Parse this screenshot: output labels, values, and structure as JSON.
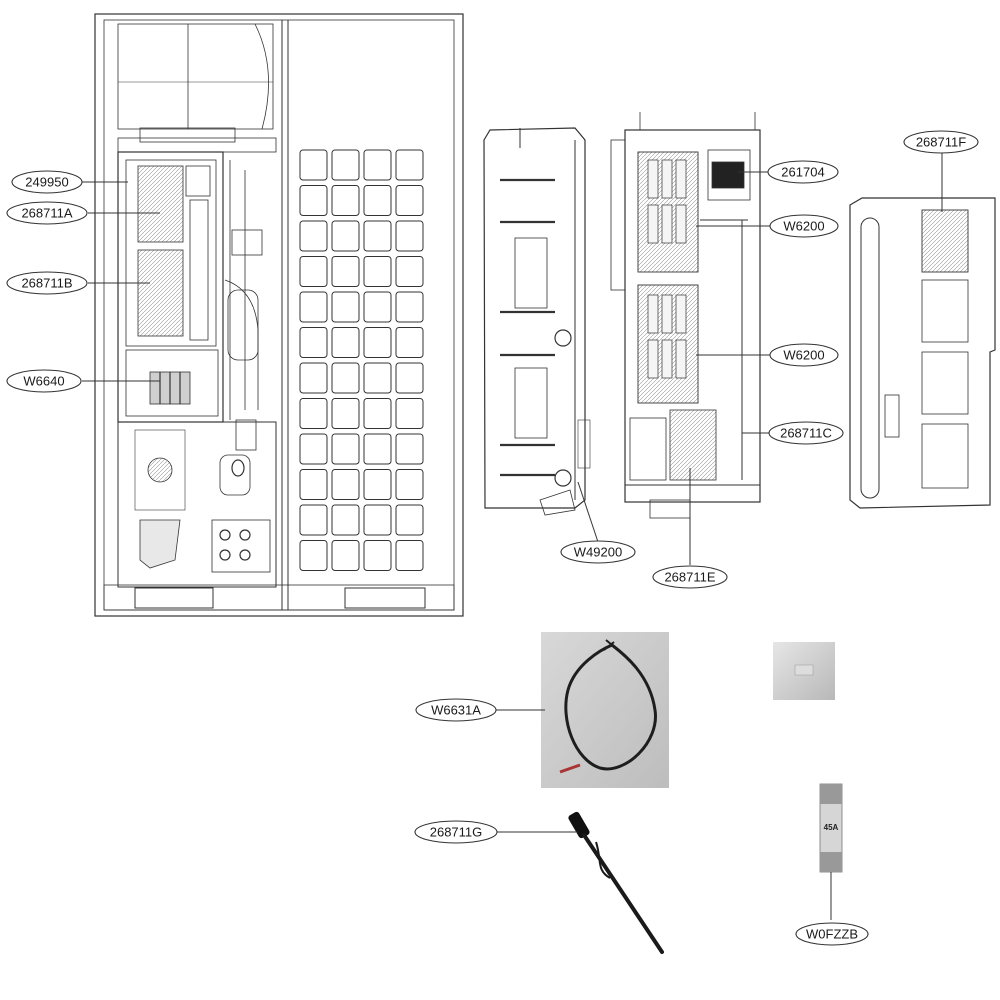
{
  "diagram": {
    "callouts": [
      {
        "id": "c-249950",
        "label": "249950"
      },
      {
        "id": "c-268711A",
        "label": "268711A"
      },
      {
        "id": "c-268711B",
        "label": "268711B"
      },
      {
        "id": "c-W6640",
        "label": "W6640"
      },
      {
        "id": "c-261704",
        "label": "261704"
      },
      {
        "id": "c-W6200a",
        "label": "W6200"
      },
      {
        "id": "c-W6200b",
        "label": "W6200"
      },
      {
        "id": "c-268711C",
        "label": "268711C"
      },
      {
        "id": "c-268711F",
        "label": "268711F"
      },
      {
        "id": "c-W49200",
        "label": "W49200"
      },
      {
        "id": "c-268711E",
        "label": "268711E"
      },
      {
        "id": "c-W6631A",
        "label": "W6631A"
      },
      {
        "id": "c-268711G",
        "label": "268711G"
      },
      {
        "id": "c-W0FZZB",
        "label": "W0FZZB"
      }
    ],
    "fuse_label": "45A"
  }
}
